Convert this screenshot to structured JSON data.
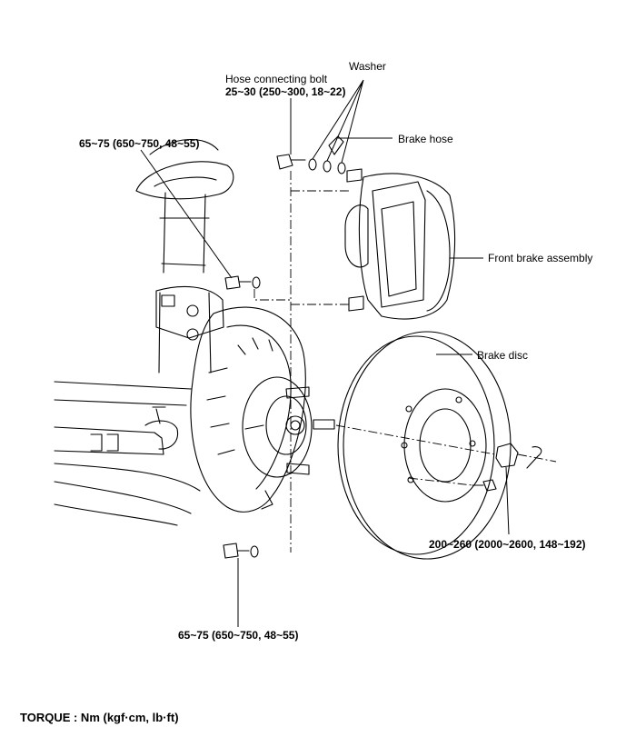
{
  "labels": {
    "hose_bolt_name": "Hose connecting bolt",
    "hose_bolt_torque": "25~30 (250~300, 18~22)",
    "washer": "Washer",
    "brake_hose": "Brake hose",
    "front_brake_assembly": "Front brake assembly",
    "brake_disc": "Brake disc",
    "upper_bolt_torque": "65~75 (650~750, 48~55)",
    "lower_bolt_torque": "65~75 (650~750, 48~55)",
    "hub_nut_torque": "200~260 (2000~2600, 148~192)"
  },
  "footer": {
    "torque_units": "TORQUE : Nm (kgf·cm, lb·ft)"
  }
}
